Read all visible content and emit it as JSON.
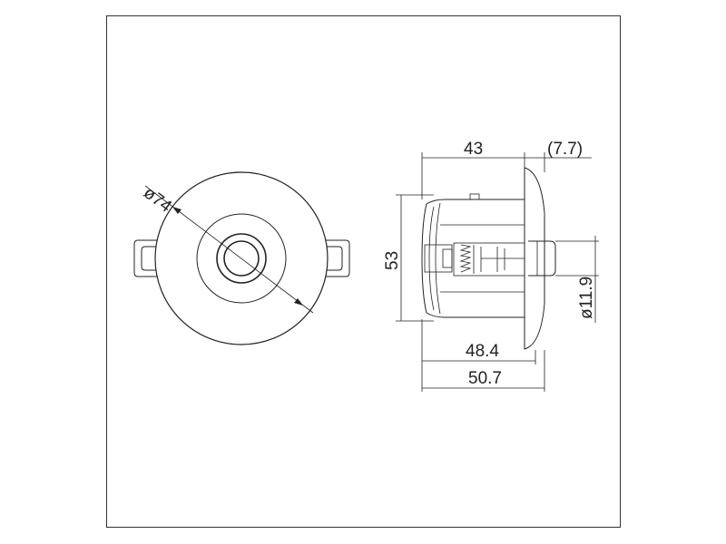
{
  "front_view": {
    "diameter_label": "ø74"
  },
  "side_view": {
    "depth_label": "43",
    "flange_label": "(7.7)",
    "height_label": "53",
    "stem_label": "ø11.9",
    "body_length_label": "48.4",
    "overall_length_label": "50.7"
  }
}
